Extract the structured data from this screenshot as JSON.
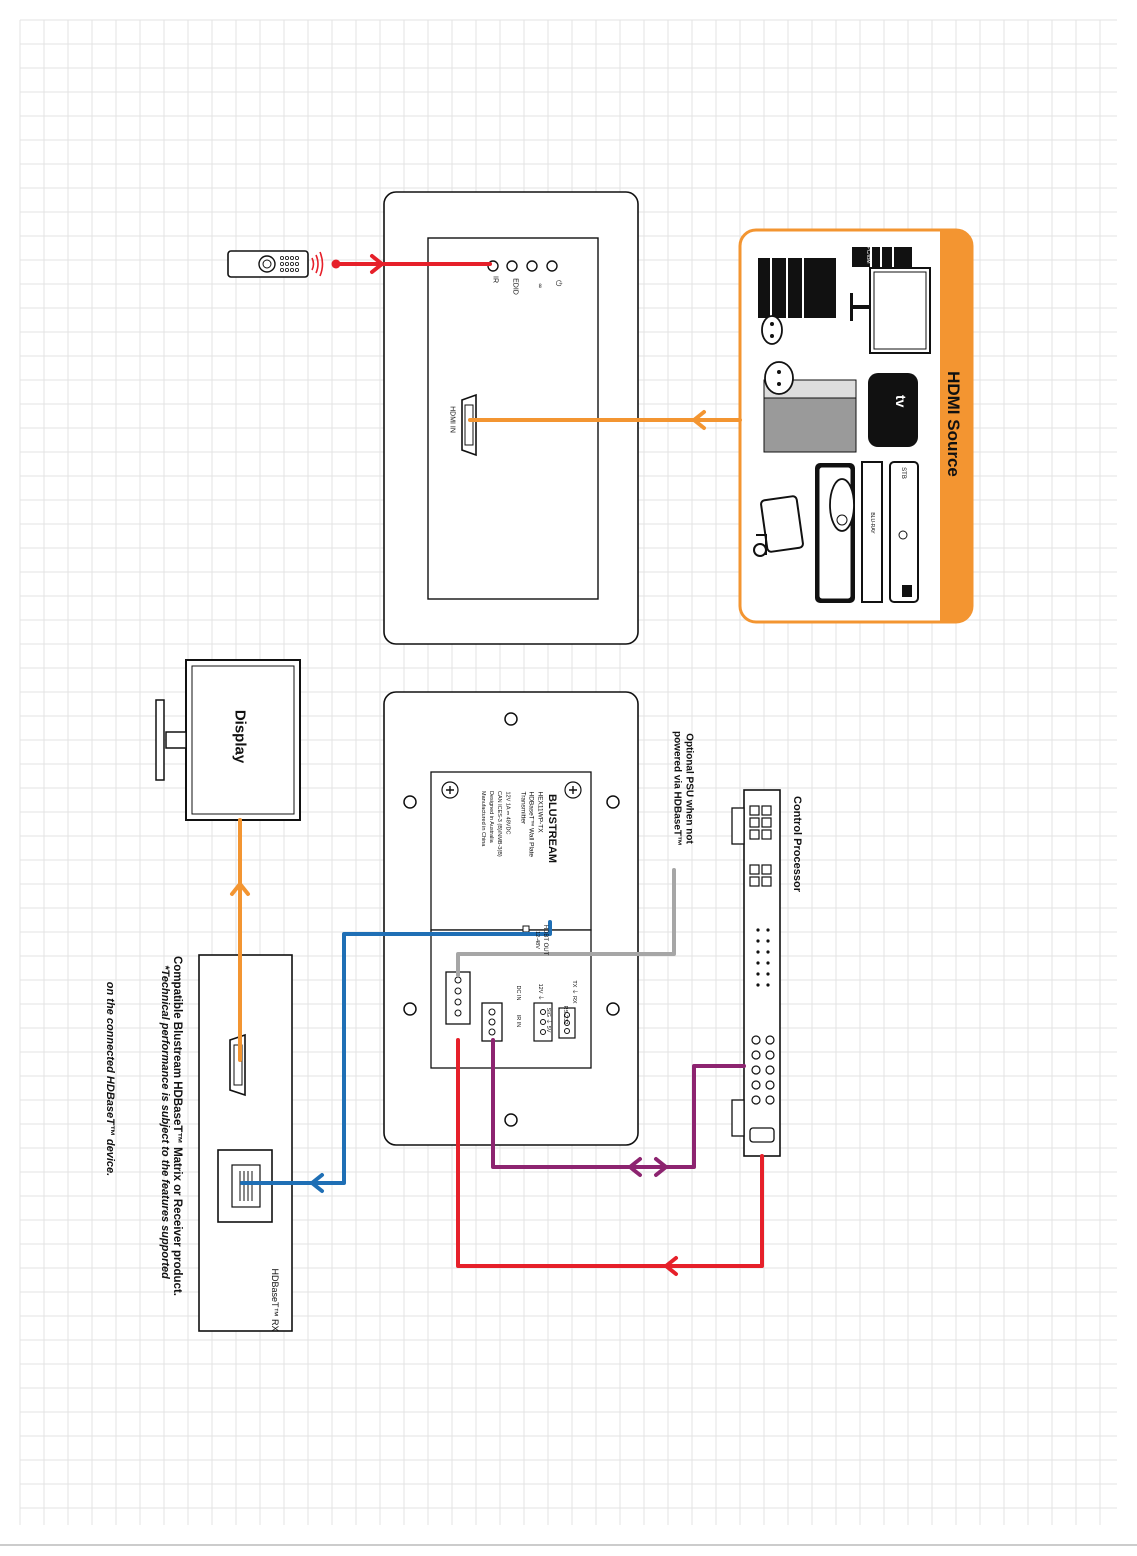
{
  "hdmi_source": {
    "title": "HDMI Source"
  },
  "display": {
    "label": "Display"
  },
  "control_processor": {
    "label": "Control Processor"
  },
  "psu_note": {
    "line1": "Optional PSU when not",
    "line2": "powered via HDBaseT™"
  },
  "rx": {
    "label": "HDBaseT™ RX",
    "note_bold": "Compatible Blustream HDBaseT™ Matrix or Receiver product.",
    "note_italic_1": "*Technical performance is subject to the features supported",
    "note_italic_2": "on the connected HDBaseT™ device."
  },
  "front_plate": {
    "ir_label": "IR",
    "edid_label": "EDID",
    "hdmi_in_label": "HDMI IN"
  },
  "rear_plate": {
    "brand": "BLUSTREAM",
    "model": "HEX11WP-TX",
    "desc1": "HDBaseT™ Wall Plate",
    "desc2": "Transmitter",
    "power": "12V 1A ⎓ 48VDC",
    "can": "CAN ICES-3 (B)/NMB-3(B)",
    "designed": "Designed in Australia",
    "made": "Manufactured in China",
    "hdbt_out": "HDBT OUT",
    "hdbt_volts": "12-48V",
    "rs232": "RS-232",
    "ir": "IR",
    "dc_in": "DC IN",
    "ir_in": "IR IN",
    "tx_rx": "TX ⏚ RX",
    "v12": "12V ⏚",
    "sig": "SIG ⏚ 5V"
  },
  "devices": {
    "bluray_label": "BLU-RAY",
    "stb_label": "STB",
    "pc_label": "PC/IBM"
  },
  "colors": {
    "ir_red": "#e6202a",
    "hdmi_orange": "#f39531",
    "hdbt_blue": "#1f6fb5",
    "psu_grey": "#a6a6a6",
    "serial_purple": "#8d2470",
    "grid": "#e3e3e3"
  }
}
